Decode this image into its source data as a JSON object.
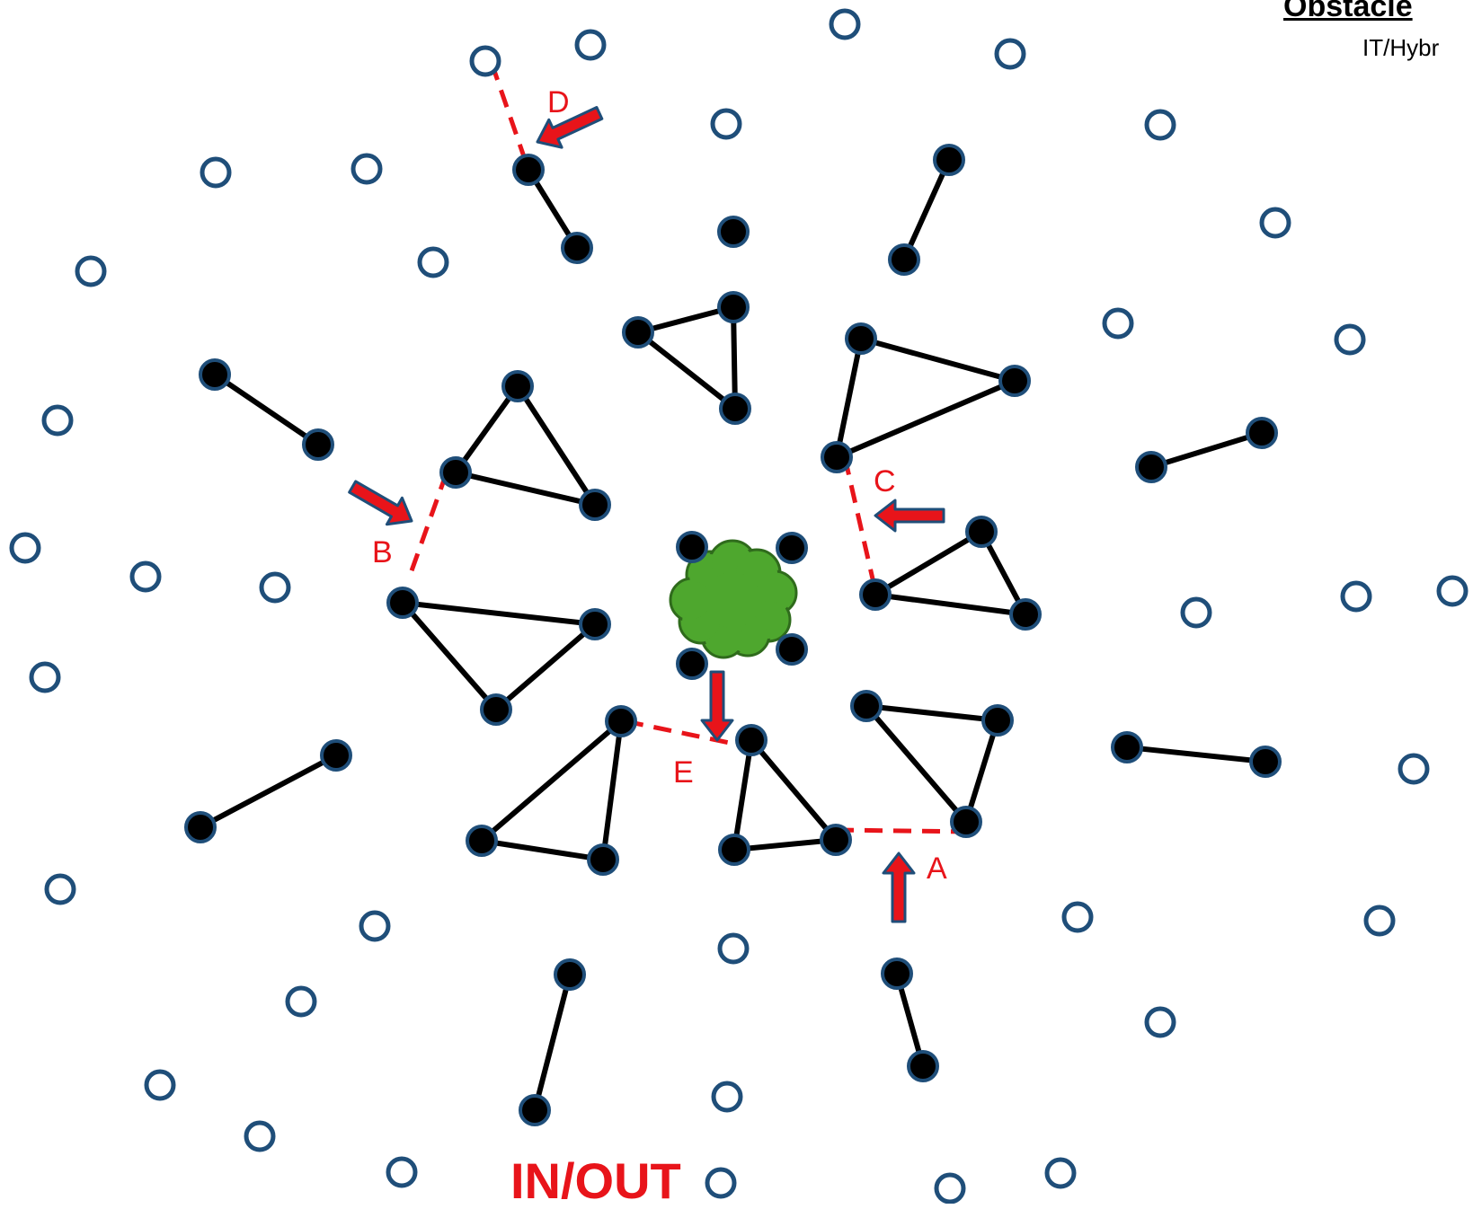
{
  "header": {
    "title": "Obstacle",
    "subtitle": "IT/Hybr"
  },
  "gaps": [
    {
      "id": "A",
      "label": "A"
    },
    {
      "id": "B",
      "label": "B"
    },
    {
      "id": "C",
      "label": "C"
    },
    {
      "id": "D",
      "label": "D"
    },
    {
      "id": "E",
      "label": "E"
    }
  ],
  "entrance_label": "IN/OUT",
  "colors": {
    "gap_line": "#e8141a",
    "arrow_fill": "#e8141a",
    "arrow_stroke": "#1f4e79",
    "open_marker": "#1f4e79",
    "filled_marker": "#000000",
    "obstacle": "#4ea72e",
    "obstacle_stroke": "#2f6b1c"
  },
  "icons": {
    "open_marker": "open-circle-icon",
    "filled_marker": "filled-circle-icon",
    "obstacle": "bush-icon",
    "arrow": "arrow-icon"
  }
}
